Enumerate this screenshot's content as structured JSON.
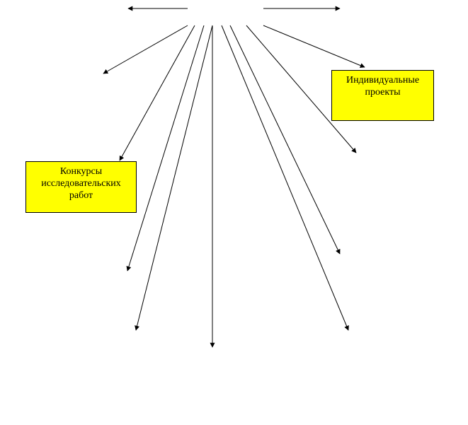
{
  "diagram": {
    "stroke_color": "#000000",
    "box_fill": "#ffff00",
    "boxes": {
      "individual_projects": {
        "lines": [
          "Индивидуальные",
          "проекты"
        ]
      },
      "research_contests": {
        "lines": [
          "Конкурсы",
          "исследовательских",
          "работ"
        ]
      }
    }
  }
}
